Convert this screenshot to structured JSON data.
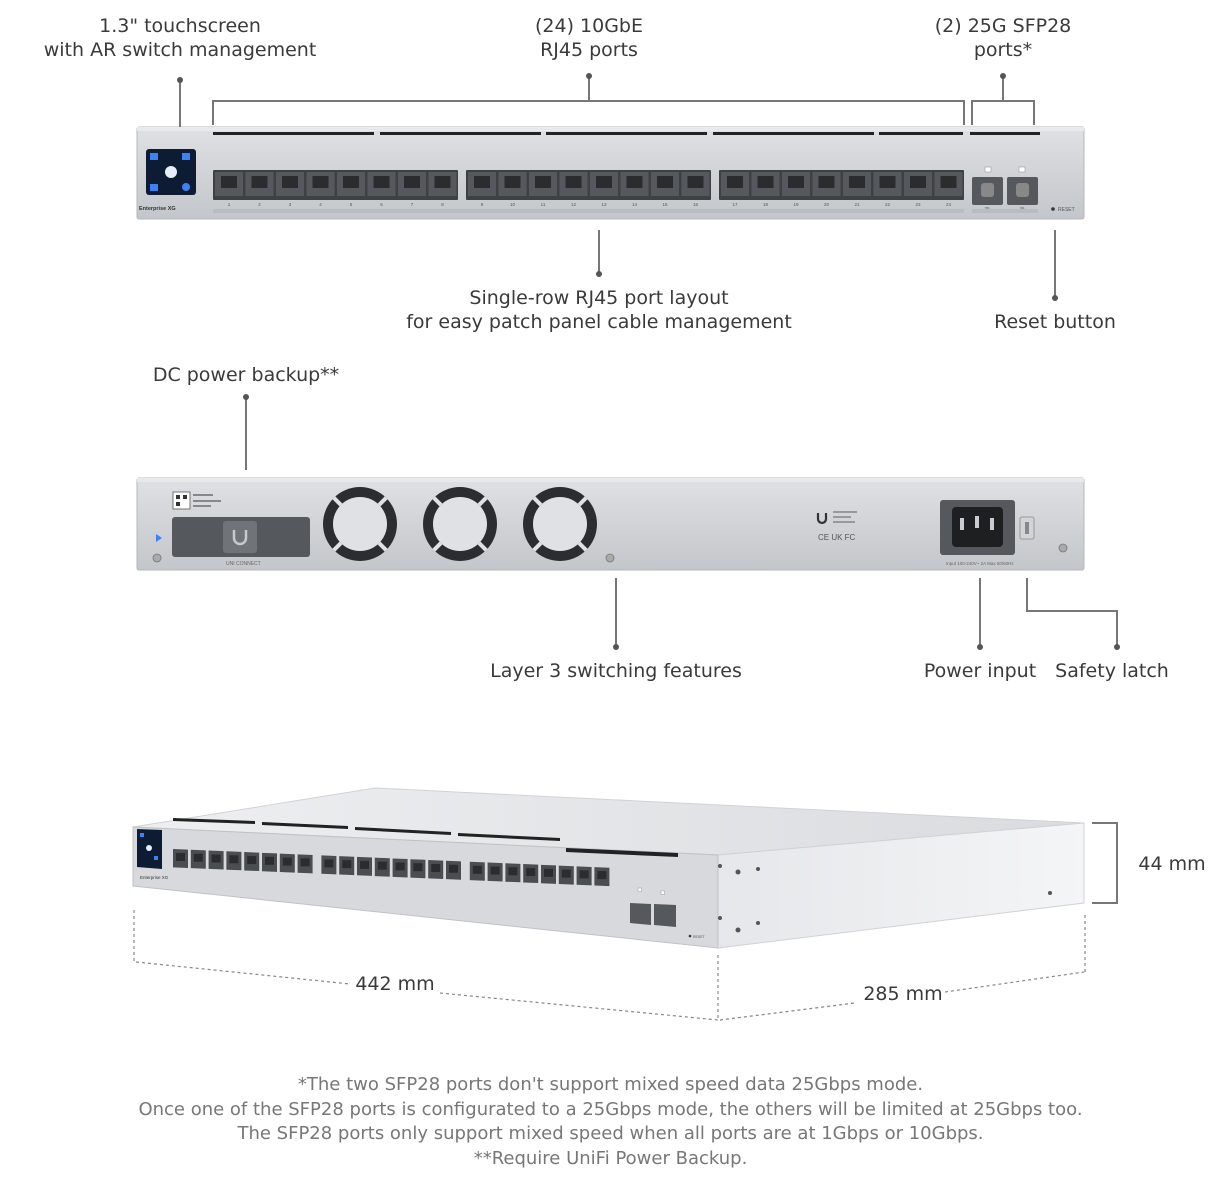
{
  "front_callouts": {
    "touchscreen": [
      "1.3\" touchscreen",
      "with AR switch management"
    ],
    "rj45_ports": [
      "(24) 10GbE",
      "RJ45 ports"
    ],
    "sfp_ports": [
      "(2) 25G SFP28",
      "ports*"
    ],
    "port_layout": [
      "Single-row RJ45 port layout",
      "for easy patch panel cable management"
    ],
    "reset": "Reset button"
  },
  "front_panel": {
    "model_label": "Enterprise XG",
    "reset_label": "RESET",
    "rj45_port_numbers": [
      "1",
      "2",
      "3",
      "4",
      "5",
      "6",
      "7",
      "8",
      "9",
      "10",
      "11",
      "12",
      "13",
      "14",
      "15",
      "16",
      "17",
      "18",
      "19",
      "20",
      "21",
      "22",
      "23",
      "24"
    ],
    "sfp_port_numbers": [
      "25",
      "26"
    ]
  },
  "rear_callouts": {
    "dc_power": "DC power backup**",
    "layer3": "Layer 3 switching features",
    "power_input": "Power input",
    "safety_latch": "Safety latch"
  },
  "rear_panel": {
    "connector_label": "UNI CONNECT",
    "power_rating": "Input 100-240V~ 2A Max 50/60Hz",
    "cert_marks": "CE UK FC"
  },
  "dimensions": {
    "height": "44 mm",
    "width": "442 mm",
    "depth": "285 mm"
  },
  "footnotes": [
    "*The two SFP28 ports don't support mixed speed data 25Gbps mode.",
    "Once one of the SFP28 ports is configurated to a 25Gbps mode, the others will be limited at 25Gbps too.",
    "The SFP28 ports only support mixed speed when all ports are at 1Gbps or 10Gbps.",
    "**Require UniFi Power Backup."
  ],
  "colors": {
    "chassis": "#c9ccd0",
    "chassis_dark": "#9ea2a7",
    "port": "#55595d",
    "touchscreen": "#0d1b33",
    "accent": "#3b82f6"
  }
}
